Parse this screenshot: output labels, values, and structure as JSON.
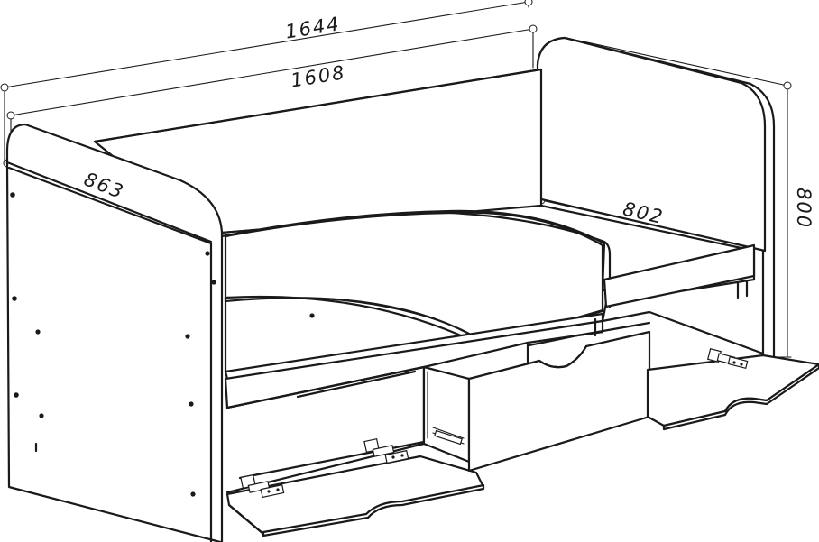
{
  "dimensions": {
    "overall_width": "1644",
    "inner_width": "1608",
    "side_depth": "863",
    "inner_depth": "802",
    "height": "800"
  }
}
